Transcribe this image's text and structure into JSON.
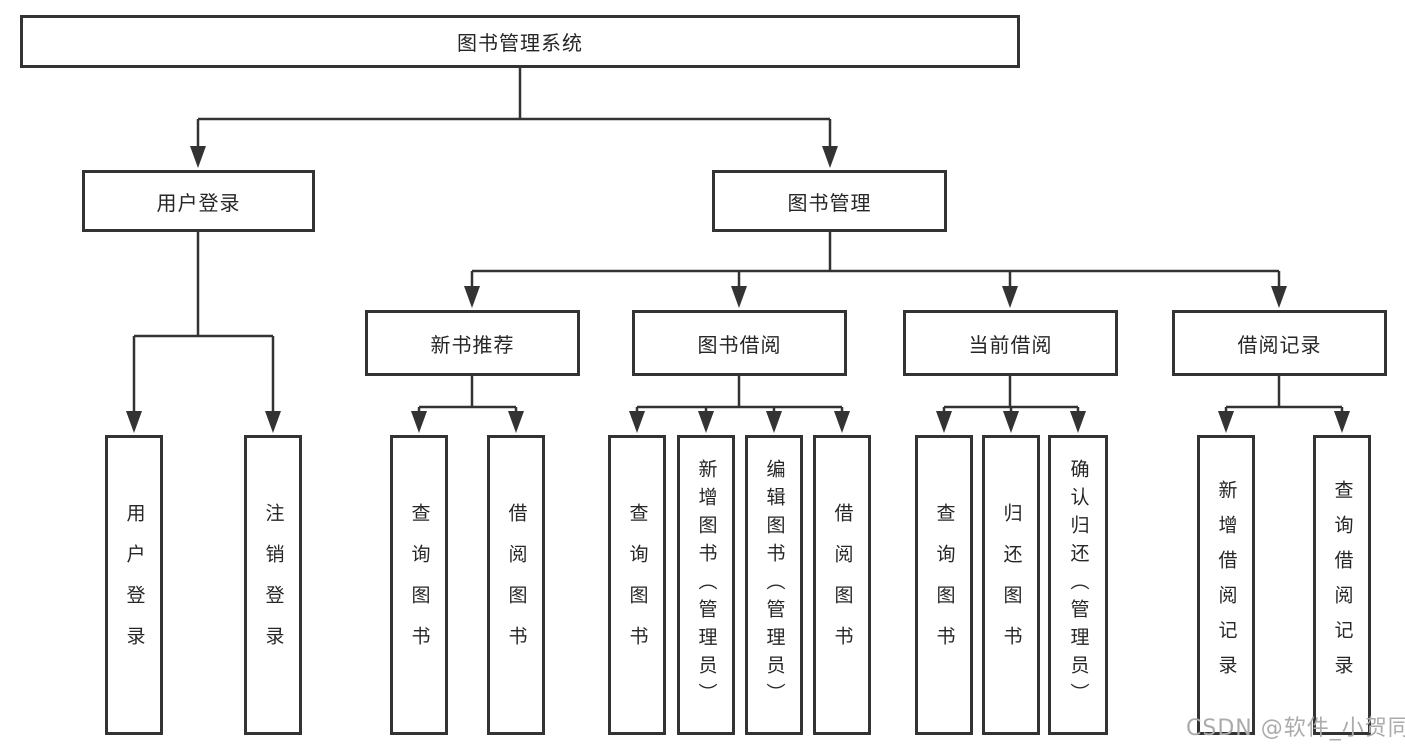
{
  "diagram_title": "图书管理系统",
  "colors": {
    "line": "#333333",
    "box_border": "#333333",
    "text": "#262626",
    "background": "#ffffff",
    "watermark": "#ababab"
  },
  "tree": {
    "label": "图书管理系统",
    "children": [
      {
        "label": "用户登录",
        "children": [
          {
            "label": "用户登录"
          },
          {
            "label": "注销登录"
          }
        ]
      },
      {
        "label": "图书管理",
        "children": [
          {
            "label": "新书推荐",
            "children": [
              {
                "label": "查询图书"
              },
              {
                "label": "借阅图书"
              }
            ]
          },
          {
            "label": "图书借阅",
            "children": [
              {
                "label": "查询图书"
              },
              {
                "label": "新增图书（管理员）"
              },
              {
                "label": "编辑图书（管理员）"
              },
              {
                "label": "借阅图书"
              }
            ]
          },
          {
            "label": "当前借阅",
            "children": [
              {
                "label": "查询图书"
              },
              {
                "label": "归还图书"
              },
              {
                "label": "确认归还（管理员）"
              }
            ]
          },
          {
            "label": "借阅记录",
            "children": [
              {
                "label": "新增借阅记录"
              },
              {
                "label": "查询借阅记录"
              }
            ]
          }
        ]
      }
    ]
  },
  "watermark": "CSDN @软件_小贺同学"
}
